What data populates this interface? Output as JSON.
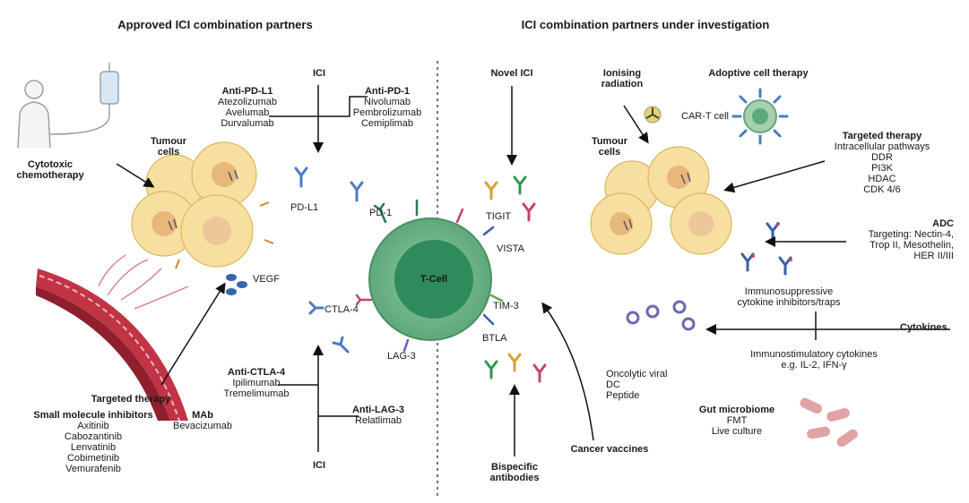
{
  "left_title": "Approved ICI combination partners",
  "right_title": "ICI combination partners under investigation",
  "cytotoxic": [
    "Cytotoxic",
    "chemotherapy"
  ],
  "tumour_left": [
    "Tumour",
    "cells"
  ],
  "ici_top": "ICI",
  "anti_pdl1": {
    "heading": "Anti-PD-L1",
    "drugs": [
      "Atezolizumab",
      "Avelumab",
      "Durvalumab"
    ]
  },
  "anti_pd1": {
    "heading": "Anti-PD-1",
    "drugs": [
      "Nivolumab",
      "Pembrolizumab",
      "Cemiplimab"
    ]
  },
  "pdl1": "PD-L1",
  "pd1": "PD-1",
  "vegf": "VEGF",
  "tcell": "T-Cell",
  "ctla4": "CTLA-4",
  "lag3": "LAG-3",
  "tigit": "TIGIT",
  "vista": "VISTA",
  "tim3": "TIM-3",
  "btla": "BTLA",
  "anti_ctla4": {
    "heading": "Anti-CTLA-4",
    "drugs": [
      "Ipilimumab",
      "Tremelimumab"
    ]
  },
  "anti_lag3": {
    "heading": "Anti-LAG-3",
    "drugs": [
      "Relatlimab"
    ]
  },
  "ici_bottom": "ICI",
  "targeted_left": {
    "heading": "Targeted therapy",
    "smi_heading": "Small molecule inhibitors",
    "smi_drugs": [
      "Axitinib",
      "Cabozantinib",
      "Lenvatinib",
      "Cobimetinib",
      "Vemurafenib"
    ],
    "mab_heading": "MAb",
    "mab_drugs": [
      "Bevacizumab"
    ]
  },
  "novel_ici": "Novel ICI",
  "ionising": [
    "Ionising",
    "radiation"
  ],
  "adoptive": "Adoptive cell therapy",
  "cart": "CAR-T cell",
  "tumour_right": [
    "Tumour",
    "cells"
  ],
  "targeted_right": {
    "heading": "Targeted therapy",
    "items": [
      "Intracellular pathways",
      "DDR",
      "PI3K",
      "HDAC",
      "CDK 4/6"
    ]
  },
  "adc": {
    "heading": "ADC",
    "items": [
      "Targeting: Nectin-4,",
      "Trop II, Mesothelin,",
      "HER II/III"
    ]
  },
  "immunosuppressive": [
    "Immunosuppressive",
    "cytokine inhibitors/traps"
  ],
  "cytokines": "Cytokines",
  "immunostimulatory": [
    "Immunostimulatory cytokines",
    "e.g. IL-2, IFN-γ"
  ],
  "oncolytic": [
    "Oncolytic viral",
    "DC",
    "Peptide"
  ],
  "gut": {
    "heading": "Gut microbiome",
    "items": [
      "FMT",
      "Live culture"
    ]
  },
  "cancer_vaccines": "Cancer vaccines",
  "bispecific": [
    "Bispecific",
    "antibodies"
  ],
  "colors": {
    "tumour": "#f7dfa0",
    "tumour_edge": "#d9b860",
    "tcell_outer": "#7bbf92",
    "tcell_inner": "#2f8a5c",
    "vessel": "#b02a3a",
    "vegf": "#3566b0",
    "antibody": "#4a7cc4"
  }
}
